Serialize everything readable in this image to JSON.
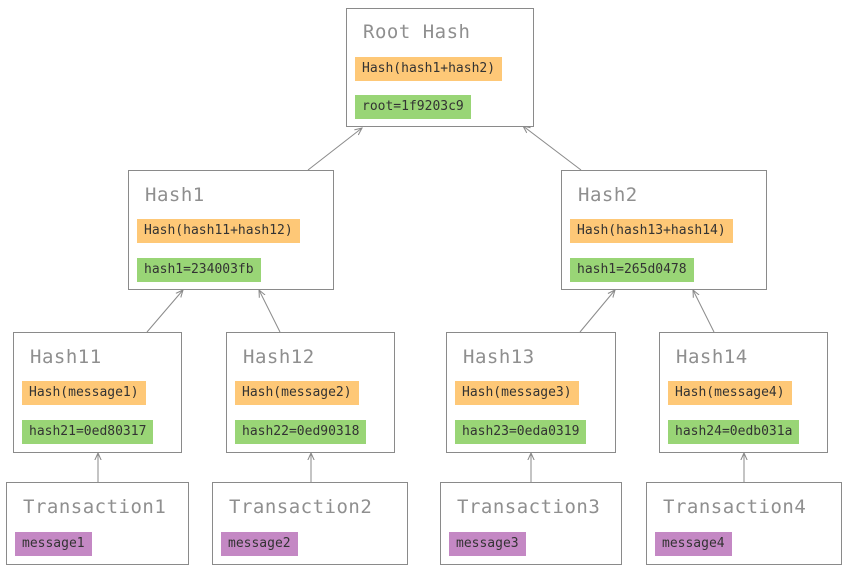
{
  "colors": {
    "hash_fn_fill": "#fec877",
    "hash_value_fill": "#99d576",
    "message_fill": "#c488c4",
    "border": "#8a8a8a",
    "title_text": "#8f8f8f"
  },
  "root": {
    "title": "Root Hash",
    "fn": "Hash(hash1+hash2)",
    "value": "root=1f9203c9"
  },
  "level1": [
    {
      "title": "Hash1",
      "fn": "Hash(hash11+hash12)",
      "value": "hash1=234003fb"
    },
    {
      "title": "Hash2",
      "fn": "Hash(hash13+hash14)",
      "value": "hash1=265d0478"
    }
  ],
  "level2": [
    {
      "title": "Hash11",
      "fn": "Hash(message1)",
      "value": "hash21=0ed80317"
    },
    {
      "title": "Hash12",
      "fn": "Hash(message2)",
      "value": "hash22=0ed90318"
    },
    {
      "title": "Hash13",
      "fn": "Hash(message3)",
      "value": "hash23=0eda0319"
    },
    {
      "title": "Hash14",
      "fn": "Hash(message4)",
      "value": "hash24=0edb031a"
    }
  ],
  "transactions": [
    {
      "title": "Transaction1",
      "message": "message1"
    },
    {
      "title": "Transaction2",
      "message": "message2"
    },
    {
      "title": "Transaction3",
      "message": "message3"
    },
    {
      "title": "Transaction4",
      "message": "message4"
    }
  ]
}
